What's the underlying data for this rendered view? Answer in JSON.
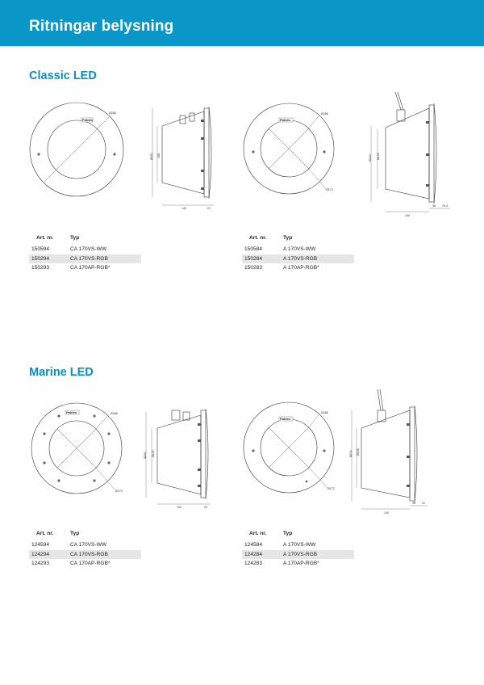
{
  "header": {
    "title": "Ritningar belysning",
    "color": "#0a96c7"
  },
  "sections": [
    {
      "title": "Classic LED",
      "left": {
        "front": {
          "outer_dia": "Ø288",
          "brand": "Pahlén"
        },
        "side": {
          "height1": "Ø262",
          "height2": "198",
          "depth": "140",
          "flange": "21"
        },
        "table": {
          "head": [
            "Art. nr.",
            "Typ"
          ],
          "rows": [
            [
              "150594",
              "CA 170VS-WW"
            ],
            [
              "150294",
              "CA 170VS-RGB"
            ],
            [
              "150293",
              "CA 170AP-RGB*"
            ]
          ]
        }
      },
      "right": {
        "front": {
          "outer_dia": "Ø288",
          "inner_dia": "Ø172",
          "brand": "Pahlén"
        },
        "side": {
          "height1": "Ø234",
          "height2": "Ø195",
          "depth": "140",
          "flange1": "38",
          "flange2": "76.4"
        },
        "table": {
          "head": [
            "Art. nr.",
            "Typ"
          ],
          "rows": [
            [
              "150584",
              "A 170VS-WW"
            ],
            [
              "150284",
              "A 170VS-RGB"
            ],
            [
              "150283",
              "A 170AP-RGB*"
            ]
          ]
        }
      }
    },
    {
      "title": "Marine LED",
      "left": {
        "front": {
          "outer_dia": "Ø288",
          "inner_dia": "Ø170",
          "brand": "Pahlén"
        },
        "side": {
          "height1": "Ø262",
          "height2": "Ø193",
          "depth": "140",
          "flange": "20"
        },
        "table": {
          "head": [
            "Art. nr.",
            "Typ"
          ],
          "rows": [
            [
              "124594",
              "CA 170VS-WW"
            ],
            [
              "124294",
              "CA 170VS-RGB"
            ],
            [
              "124293",
              "CA 170AP-RGB*"
            ]
          ]
        }
      },
      "right": {
        "front": {
          "outer_dia": "Ø288",
          "inner_dia": "Ø172",
          "brand": "Pahlén"
        },
        "side": {
          "height1": "Ø234",
          "height2": "Ø195",
          "depth": "140",
          "flange1": "36",
          "flange2": "22"
        },
        "table": {
          "head": [
            "Art. nr.",
            "Typ"
          ],
          "rows": [
            [
              "124584",
              "A 170VS-WW"
            ],
            [
              "124284",
              "A 170VS-RGB"
            ],
            [
              "124283",
              "A 170AP-RGB*"
            ]
          ]
        }
      }
    }
  ]
}
